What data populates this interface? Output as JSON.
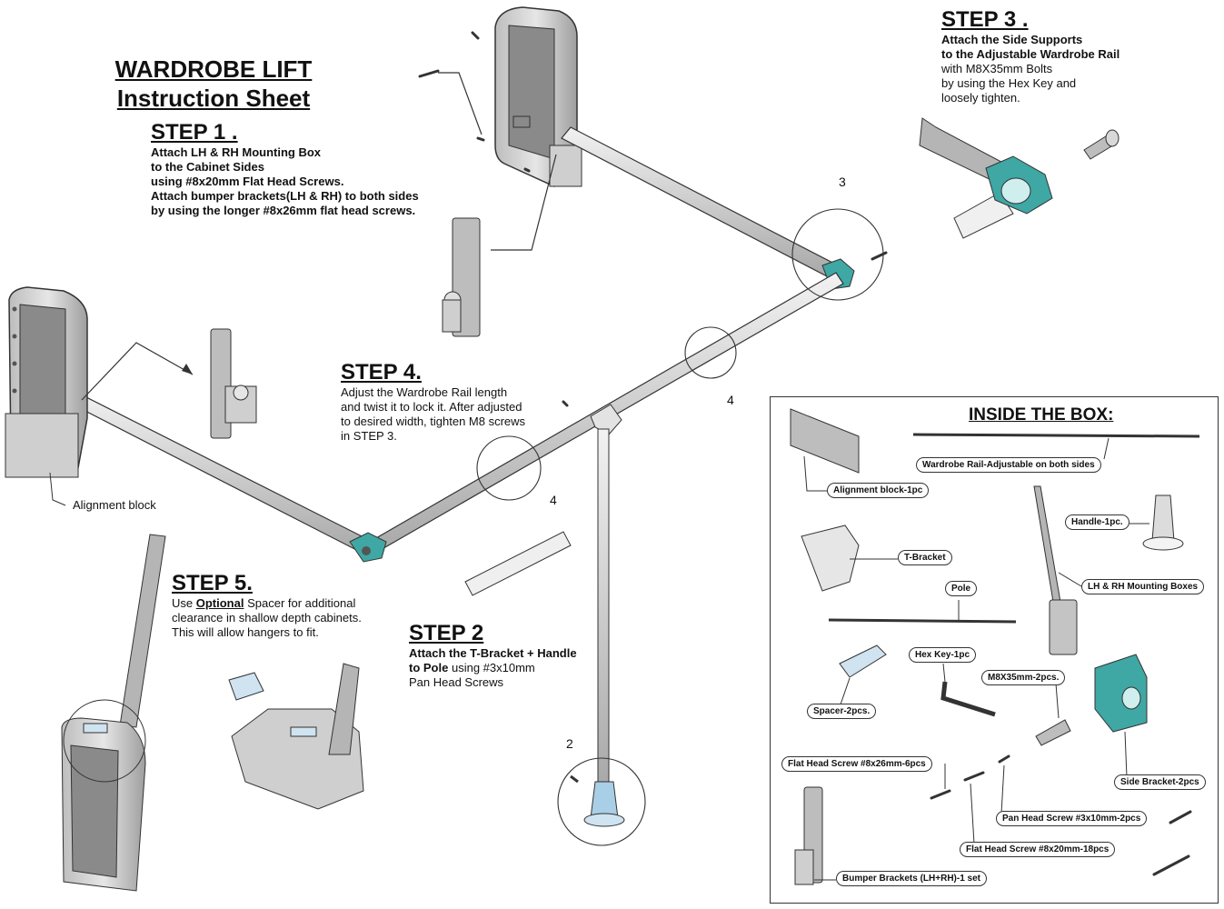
{
  "header": {
    "title_line1": "WARDROBE LIFT",
    "title_line2": "Instruction Sheet"
  },
  "step1": {
    "heading": "STEP 1 .",
    "lines": [
      "Attach LH & RH Mounting Box",
      "to the Cabinet Sides",
      "using #8x20mm Flat Head Screws.",
      "Attach bumper brackets(LH & RH) to both sides",
      "by using the longer #8x26mm flat head screws."
    ]
  },
  "step2": {
    "heading": "STEP 2",
    "line1_bold": "Attach the T-Bracket + Handle",
    "line2_bold": "to Pole",
    "line2_rest": "using #3x10mm",
    "line3": "Pan Head Screws"
  },
  "step3": {
    "heading": "STEP 3 .",
    "line1": "Attach the Side Supports",
    "line2": "to the Adjustable Wardrobe Rail",
    "line3": "with M8X35mm Bolts",
    "line4": "by using the Hex Key and",
    "line5": "loosely tighten."
  },
  "step4": {
    "heading": "STEP 4.",
    "lines": [
      "Adjust the Wardrobe Rail length",
      "and twist it to lock it. After adjusted",
      "to desired width, tighten M8 screws",
      "in STEP 3."
    ]
  },
  "step5": {
    "heading": "STEP 5.",
    "line1_pre": "Use",
    "line1_emph": "Optional",
    "line1_post": "Spacer for additional",
    "line2": "clearance in shallow depth cabinets.",
    "line3": "This will allow hangers to fit."
  },
  "callouts": {
    "alignment_block": "Alignment block",
    "n3": "3",
    "n4a": "4",
    "n4b": "4",
    "n2": "2"
  },
  "inside_box": {
    "title": "INSIDE THE BOX:",
    "labels": {
      "rail": "Wardrobe Rail-Adjustable on both sides",
      "alignment": "Alignment block-1pc",
      "handle": "Handle-1pc.",
      "tbracket": "T-Bracket",
      "mounting": "LH & RH Mounting Boxes",
      "pole": "Pole",
      "hexkey": "Hex Key-1pc",
      "m8": "M8X35mm-2pcs.",
      "spacer": "Spacer-2pcs.",
      "flat26": "Flat Head Screw #8x26mm-6pcs",
      "sidebracket": "Side Bracket-2pcs",
      "pan": "Pan Head Screw #3x10mm-2pcs",
      "flat20": "Flat Head Screw #8x20mm-18pcs",
      "bumper": "Bumper Brackets (LH+RH)-1 set"
    }
  },
  "colors": {
    "teal": "#3fa7a4",
    "metal": "#d4d4d4",
    "outline": "#333333",
    "pole_blue": "#a9cfe6"
  }
}
